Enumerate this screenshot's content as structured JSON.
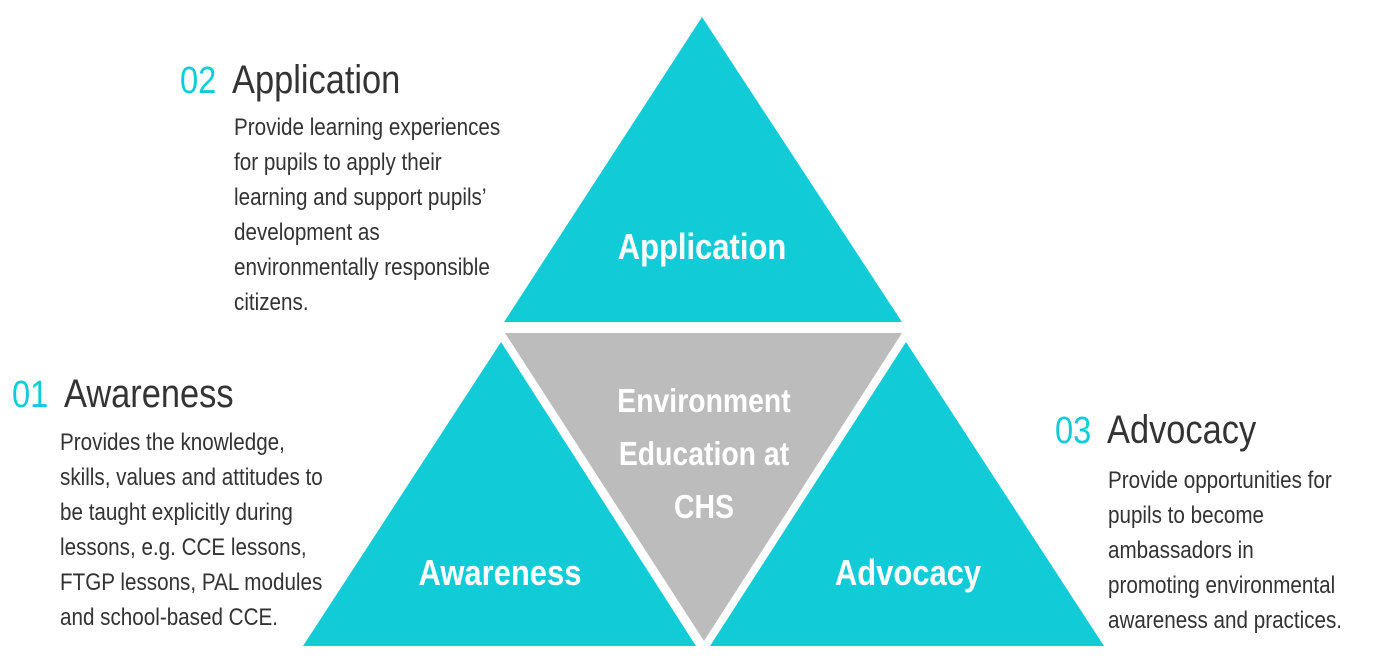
{
  "colors": {
    "accent": "#11cbd6",
    "center": "#bcbcbc",
    "text": "#333333"
  },
  "triangles": {
    "top": "Application",
    "left": "Awareness",
    "right": "Advocacy",
    "center_lines": [
      "Environment",
      "Education at",
      "CHS"
    ]
  },
  "items": [
    {
      "number": "01",
      "title": "Awareness",
      "lines": [
        "Provides the knowledge,",
        "skills, values and attitudes to",
        "be taught explicitly during",
        "lessons, e.g. CCE lessons,",
        "FTGP lessons, PAL modules",
        "and school-based CCE."
      ]
    },
    {
      "number": "02",
      "title": "Application",
      "lines": [
        "Provide learning experiences",
        "for pupils to apply their",
        "learning and support pupils’",
        "development as",
        "environmentally responsible",
        "citizens."
      ]
    },
    {
      "number": "03",
      "title": "Advocacy",
      "lines": [
        "Provide opportunities for",
        "pupils to become",
        "ambassadors in",
        "promoting environmental",
        "awareness and practices."
      ]
    }
  ]
}
